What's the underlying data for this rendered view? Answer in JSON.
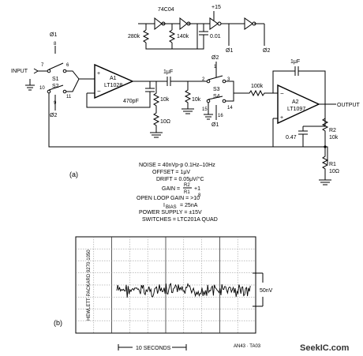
{
  "circuit": {
    "title_label": "(a)",
    "input_label": "INPUT",
    "output_label": "OUTPUT",
    "inverter_chip": "74C04",
    "supply": "+15",
    "phases": {
      "p1": "Ø1",
      "p2": "Ø2"
    },
    "timing": {
      "r_a": "280k",
      "r_b": "140k",
      "c": "0.01",
      "out1": "Ø1",
      "out2": "Ø2"
    },
    "switches": {
      "s1": "S1",
      "s2": "S2",
      "s3": "S3",
      "s4": "S4"
    },
    "pins": {
      "p8": "8",
      "p7": "7",
      "p6": "6",
      "p10": "10",
      "p11": "11",
      "p9": "9",
      "p1": "1",
      "p2": "2",
      "p3": "3",
      "p14": "14",
      "p15": "15",
      "p16": "16"
    },
    "amp1": {
      "name": "A1",
      "part": "LT1028"
    },
    "amp2": {
      "name": "A2",
      "part": "LT1097"
    },
    "components": {
      "c_470p": "470pF",
      "c_1u_a": "1μF",
      "r_10k_a": "10k",
      "r_10ohm_a": "10Ω",
      "r_10k_b": "10k",
      "r_100k": "100k",
      "c_1u_b": "1μF",
      "c_047": "0.47",
      "r2": "R2",
      "r2_val": "10k",
      "r1": "R1",
      "r1_val": "10Ω"
    }
  },
  "specs": {
    "noise": "NOISE = 40nVp-p 0.1Hz–10Hz",
    "offset": "OFFSET = 1μV",
    "drift": "DRIFT = 0.05μV/°C",
    "gain_lhs": "GAIN =",
    "gain_num": "R2",
    "gain_den": "R1",
    "gain_rhs": "+1",
    "open_loop": "OPEN LOOP GAIN = >10",
    "open_loop_exp": "8",
    "ibias_name": "I",
    "ibias_sub": "BIAS",
    "ibias_val": "= 25nA",
    "supply": "POWER SUPPLY = ±15V",
    "switches": "SWITCHES = LTC201A QUAD"
  },
  "scope": {
    "label": "(b)",
    "brand": "HEWLETT·PACKARD 9270·1050",
    "scale": "50nV",
    "time": "10 SECONDS",
    "figure_code": "AN43 · TA03"
  },
  "watermark": "SeekIC.com"
}
